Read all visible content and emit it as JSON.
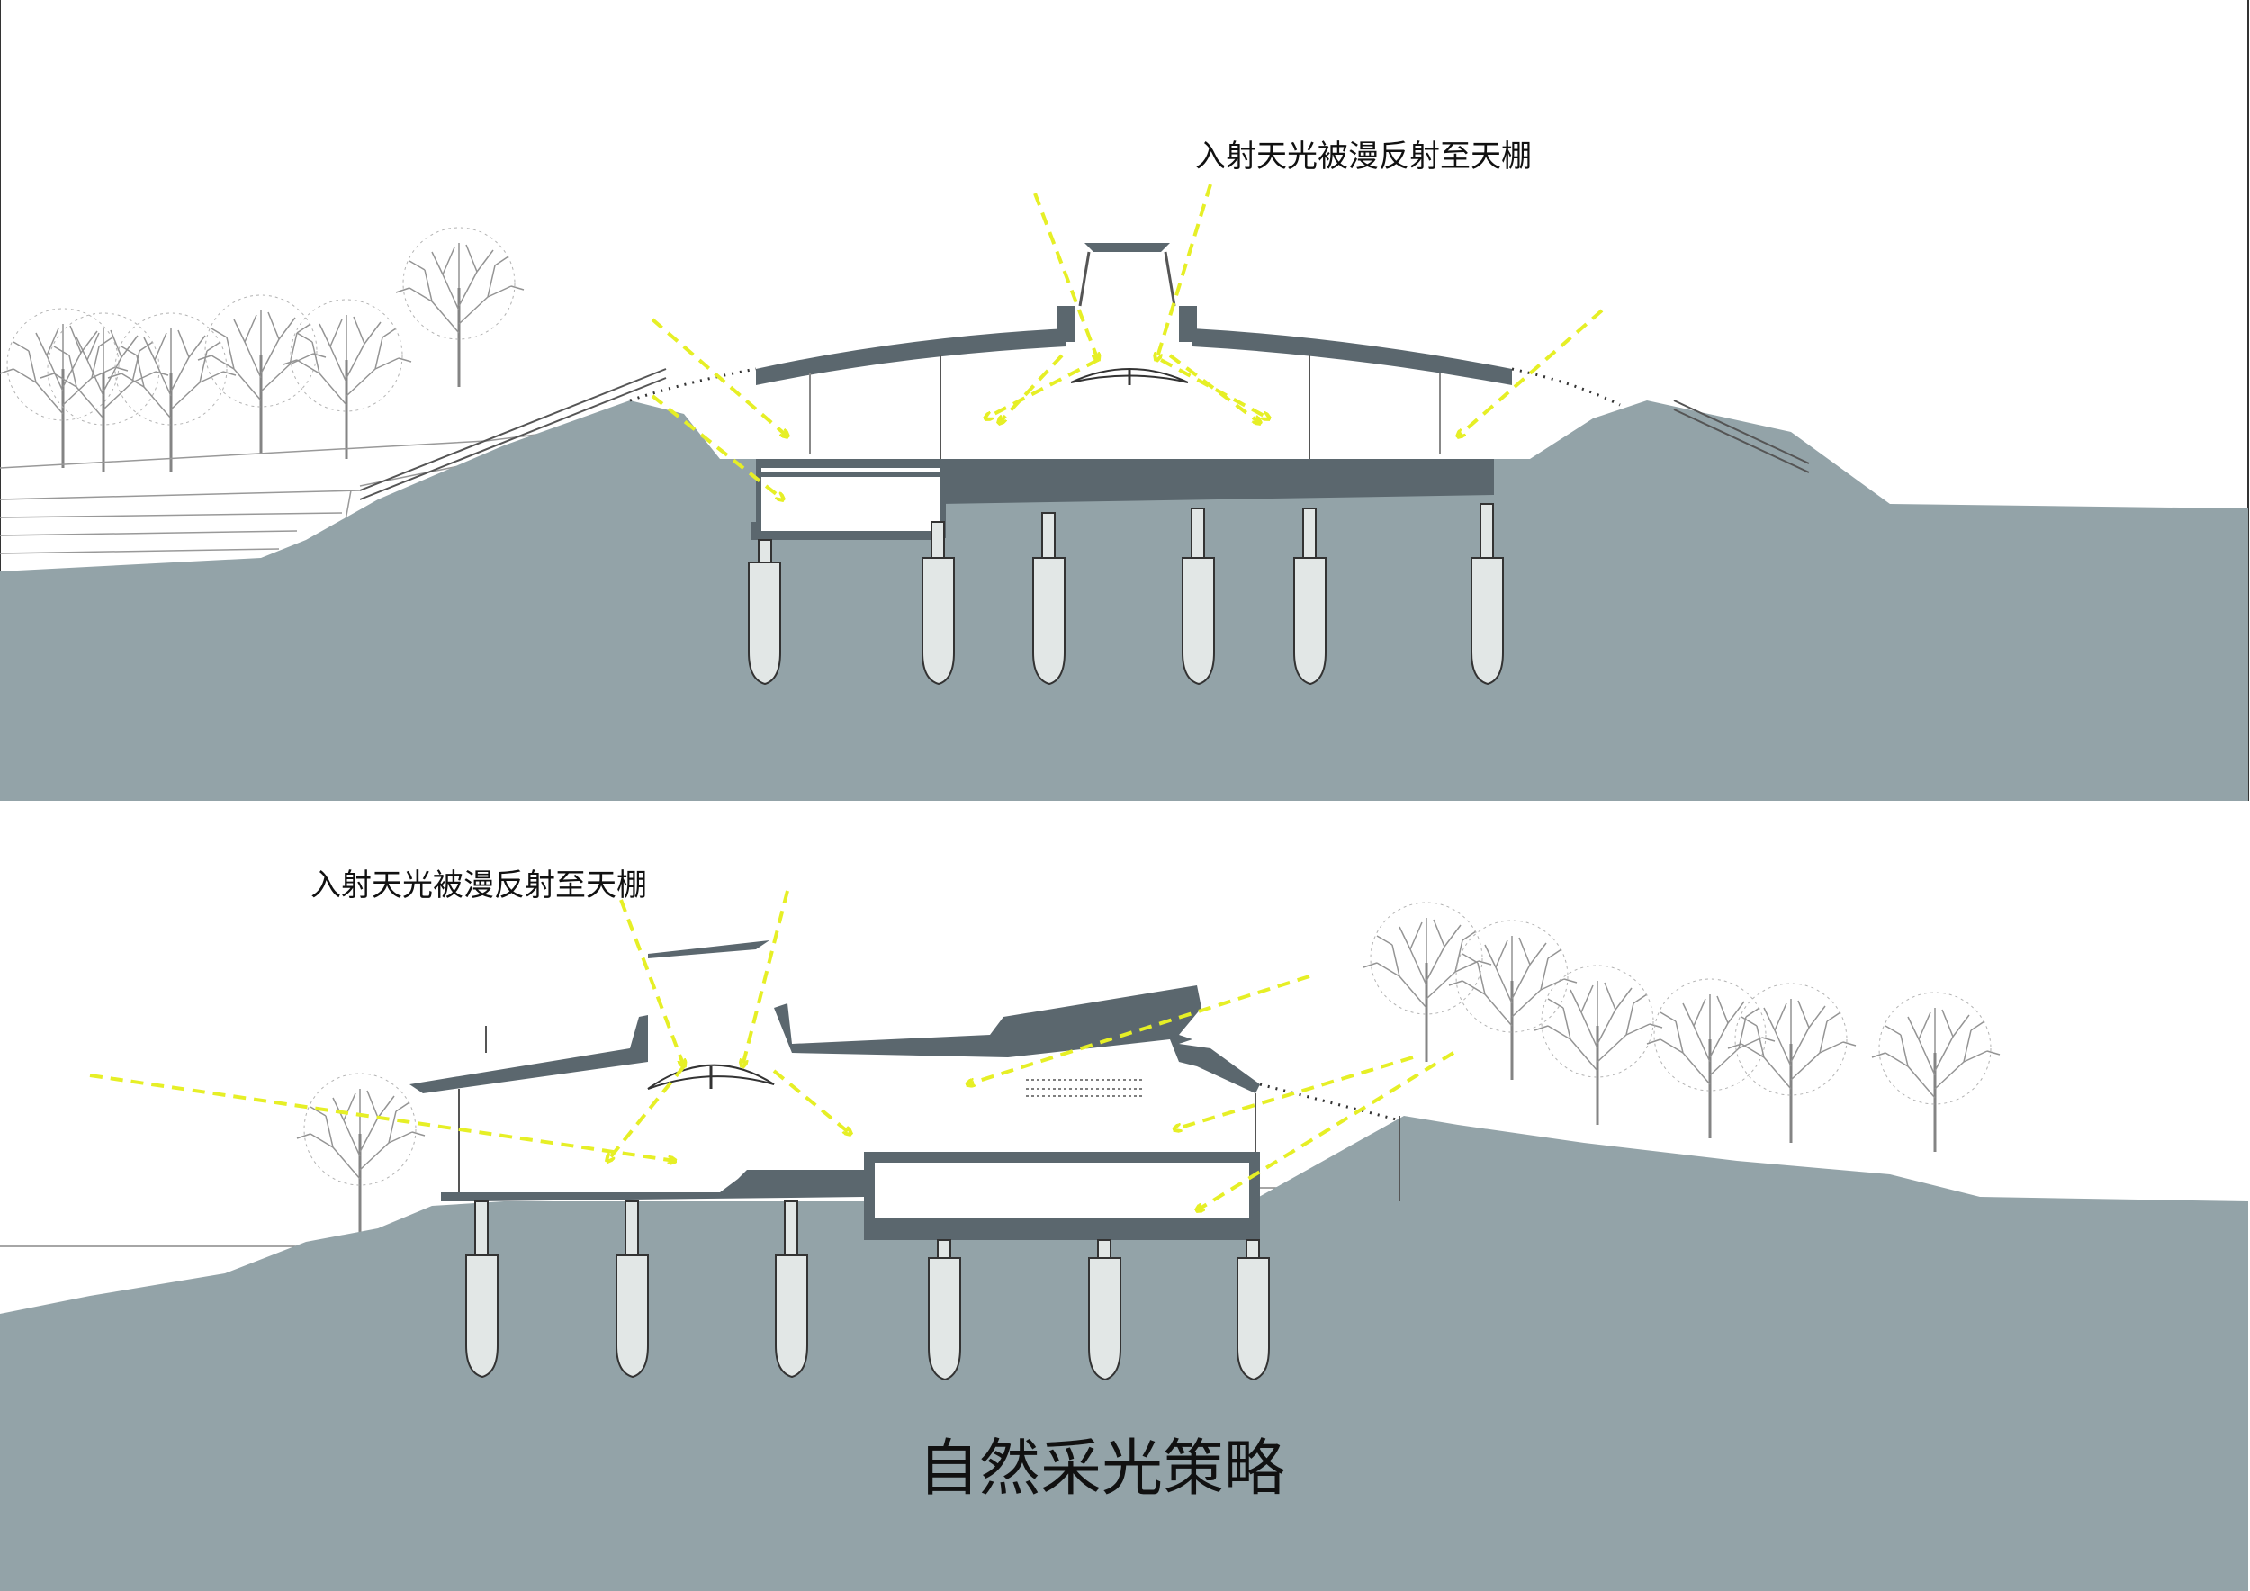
{
  "sections": {
    "top": {
      "annotation": "入射天光被漫反射至天棚"
    },
    "bottom": {
      "annotation": "入射天光被漫反射至天棚"
    }
  },
  "title": "自然采光策略",
  "colors": {
    "ground": "#93a3a8",
    "structure": "#5b676e",
    "pile": "#e2e7e6",
    "light_arrow": "#e6ef26",
    "tree": "#666666",
    "background": "#ffffff"
  },
  "icons": [
    "tree-icon",
    "light-arrow-icon",
    "skylight-reflector-icon"
  ]
}
